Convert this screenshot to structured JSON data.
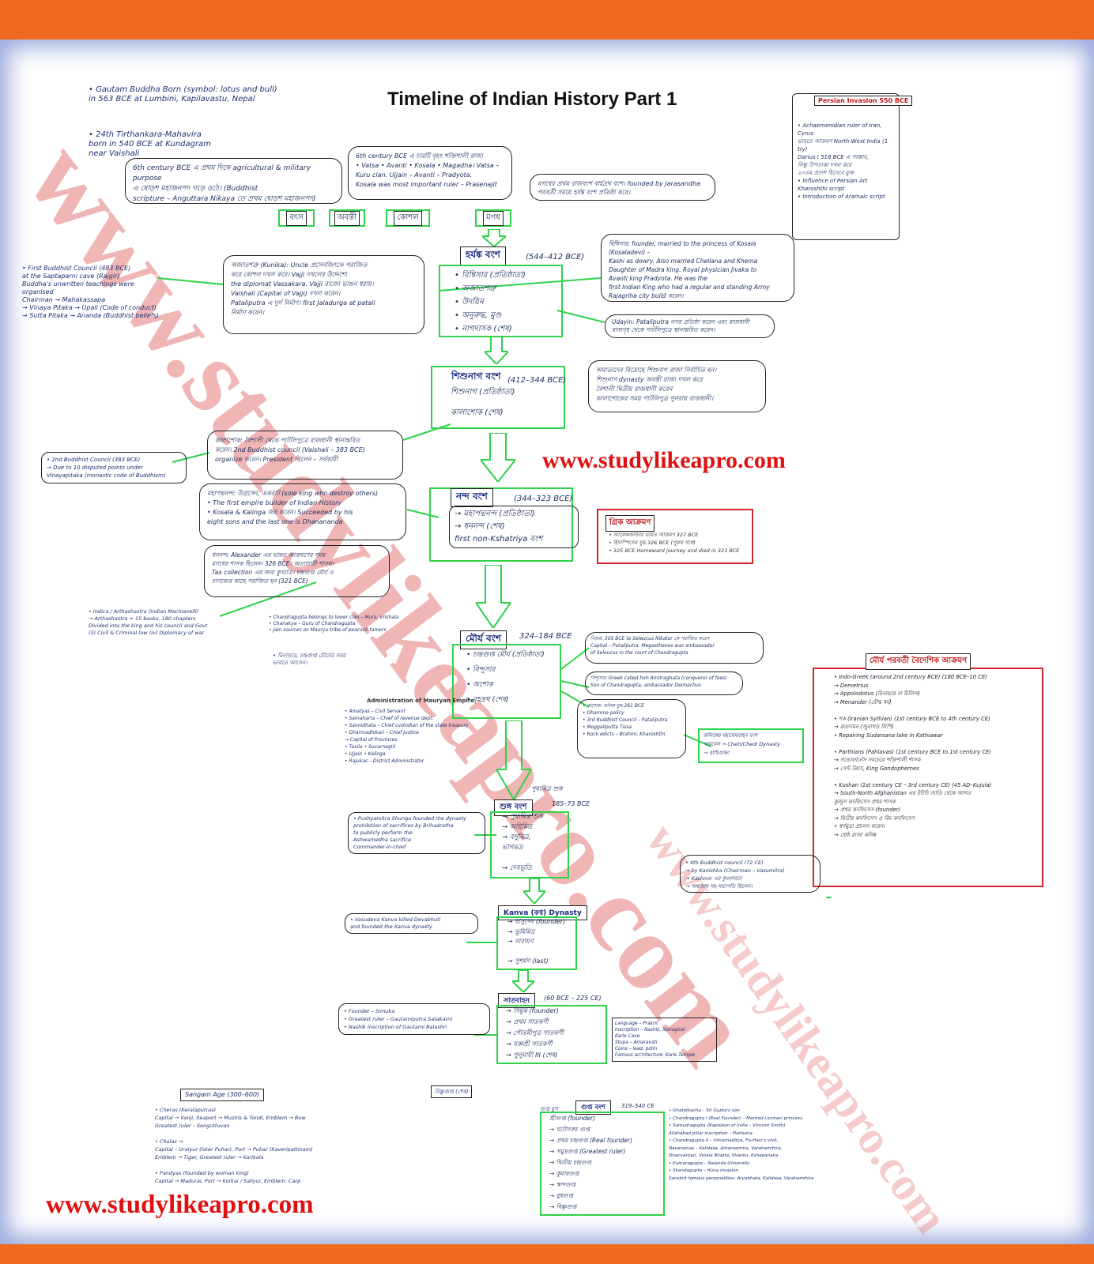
{
  "page": {
    "title": "Timeline of Indian History Part 1",
    "website_mid": "www.studylikeapro.com",
    "website_bottom": "www.studylikeapro.com",
    "watermark": "www.studylikeapro.com"
  },
  "colors": {
    "brand_orange": "#ef6a1f",
    "box_green": "#2fd24a",
    "box_red": "#d1262e",
    "url_red": "#e01010"
  },
  "notes": {
    "buddha": "• Gautam Buddha Born (symbol: lotus and bull)\n  in 563 BCE at Lumbini, Kapilavastu, Nepal",
    "mahavira": "• 24th Tirthankara-Mahavira\n  born in 540 BCE at Kundagram\n  near Vaishali",
    "first_council": "• First Buddhist Council (483 BCE)\n  at the Saptaparni cave (Rajgir)\n  Buddha's unwritten teachings were\n  organised\n  Chairman → Mahakassapa\n  → Vinaya Pitaka → Upali (Code of conduct)\n  → Sutta Pitaka → Ananda (Buddhist beliefs)",
    "second_council": "• 2nd Buddhist Council (383 BCE)\n  → Due to 10 disputed points under\n  Vinayapitaka (monastic code of Buddhism)",
    "admin_terms": "• Indica / Arthashastra (Indian Machiavelli)\n  → Arthashastra = 15 books, 180 chapters\n  Divided into the king and his council and Govt\n  (3) Civil & Criminal law (iv) Diplomacy of war",
    "admin_title": "Administration of Mauryan Empire",
    "admin_list": "• Amatyas – Civil Servant\n• Samaharta – Chief of revenue dept.\n• Sannidhata – Chief custodian of the state treasury\n• Dharmadhikari – Chief Justice\n→ Capital of Provinces\n   • Taxila • Suvarnagiri\n   • Ujjain • Kalinga\n• Rajukas – District Administrator",
    "maurya_left": "• Chandragupta belongs to lower clan – Mura, Vrishala\n• Chanakya – Guru of Chandragupta\n• Jain sources on Maurya tribe of peacock tamers",
    "shunga_left": "• Pushyamitra Shunga founded the dynasty\n  prohibition of sacrifices by Brihadratha\n  to publicly perform the\n  Ashwamedha sacrifice\n  Commander-in-chief",
    "kanva_left": "• Vasudeva Kanva killed Devabhuti\n  and founded the Kanva dynasty",
    "satavahana_left": "• Founder – Simuka\n• Greatest ruler – Gautamiputra Satakarni\n• Nashik inscription of Gautami Balashri",
    "sangam_title": "Sangam Age (300–600)",
    "sangam_list": "• Cheras (Keralaputras)\n  Capital → Vanji, Seaport → Muziris & Tondi, Emblem → Bow\n  Greatest ruler – Senguttuvan\n\n• Cholas →\n  Capital – Uraiyur (later Puhar), Port → Puhar (Kaveripattinam)\n  Emblem → Tiger, Greatest ruler → Karikala\n\n• Pandyas (founded by woman king)\n  Capital → Madurai, Port → Korkai / Saliyur, Emblem: Carp",
    "satavahana_right": "Language – Prakrit\nInscription – Nashik, Nanaghat\nKarle Cave\nStupa – Amaravati\nCoins – lead, potin\nFamous architecture: Karle Temple",
    "gupta_right": "• Ghatotkacha – Sri Gupta's son\n• Chandragupta I (Real Founder) – Married Licchavi princess\n• Samudragupta (Napoleon of India – Vincent Smith)\n  Allahabad pillar inscription – Harisena\n• Chandragupta II – Vikramaditya, Fa-Hien's visit,\n  Navaratnas – Kalidasa, Amarasimha, Varahamihira,\n  Dhanvantari, Vetala Bhatta, Shanku, Kshapanaka\n• Kumaragupta – Nalanda University\n• Skandagupta – Huna invasion\nSanskrit famous personalities: Aryabhata, Kalidasa, Varahamihira"
  },
  "tabs": [
    "বৎস",
    "অবন্তী",
    "কোশল",
    "মগধ"
  ],
  "bubbles": {
    "mahajanapadas": "6th century BCE এ প্রথম দিকে agricultural & military purpose\nএ ষোড়শ মহাজনপদ গড়ে ওঠে। (Buddhist\nscripture – Anguttara Nikaya তে প্রথম ষোড়শ মহাজনপদ)",
    "four_states": "6th century BCE এ চারটি বৃহৎ শক্তিশালী রাজ্য\n• Vatsa • Avanti • Kosala • Magadha। Vatsa –\nKuru clan. Ujjain – Avanti – Pradyota.\nKosala was most important ruler – Prasenajit",
    "jarasandha": "মগধের প্রথম রাজবংশ বার্হদ্রথ বংশ। founded by Jarasandha\nপরবর্তী সময়ে হর্যঙ্ক বংশ প্রতিষ্ঠা করে।",
    "ajatashatru": "অজাতশত্রু (Kunika): Uncle প্রসেনজিৎকে পরাজিত\nকরে কোশল দখল করে। Vajji দখলের উদ্দেশ্যে\nthe diplomat Vassakara. Vajji রাজ্যে ভাঙন ধরায়।\nVaishali (Capital of Vajji) দখল করেন।\nPataliputra এ দুর্গ নির্মাণ। first Jaladurga at patali\nনির্মাণ করেন।",
    "bimbisara": "বিম্বিসার: founder, married to the princess of Kosala (Kosaladevi) –\nKashi as dowry. Also married Chellana and Khema\nDaughter of Madra king. Royal physician Jivaka to\nAvanti king Pradyota. He was the\nfirst Indian King who had a regular and standing Army\nRajagriha city build করেন।",
    "udayin": "Udayin: Pataliputra নগর প্রতিষ্ঠা করেন এবং রাজধানী\nরাজগৃহ থেকে পাটলিপুত্রে স্থানান্তরিত করেন।",
    "shishunaga_right": "অমাত্যদের বিদ্রোহে শিশুনাগ রাজা নির্বাচিত হন।\nশিশুনাগ dynasty অবন্তী রাজ্য দখল করে\nবৈশালী দ্বিতীয় রাজধানী করেন\nকালাশোকের সময় পাটলিপুত্র পুনরায় রাজধানী।",
    "kalashoka": "কালাশোক: বৈশালী থেকে পাটলিপুত্রে রাজধানী স্থানান্তরিত\nকরেন। 2nd Buddhist council (Vaishali – 383 BCE)\norganize করেন। President ছিলেন – সর্বকামী",
    "mahapadma": "মহাপদ্মনন্দ: উগ্রসেন, একরাট (sole king who destroy others)\n• The first empire builder of Indian History\n• Kosala & Kalinga জয় করেন। Succeeded by his\neight sons and the last one is Dhanananda",
    "dhanananda": "ধননন্দ: Alexander এর ভারত আক্রমণের সময়\nমগধের শাসক ছিলেন। 326 BCE। অত্যাচারী শাসক।\nTax collection এর জন্য কুখ্যাত। চন্দ্রগুপ্ত মৌর্য ও\nচাণক্যের কাছে পরাজিত হন (321 BCE)",
    "menander": "• 4th Buddhist council (72 CE)\n  → by Kanishka (Chairman – Vasumitra)\n  → Kashmir এর কুণ্ডলবনে\n  → অশ্বঘোষ সহ-সভাপতি ছিলেন।",
    "chedi": "কলিঙ্গের মহামেঘবাহন বংশ\nখারবেল → Cheti/Chedi Dynasty\n→ হাথিগুম্ফা"
  },
  "dynasties": {
    "haryanka": {
      "name": "হর্যঙ্ক বংশ",
      "dates": "(544–412 BCE)",
      "rulers": "• বিম্বিসার (প্রতিষ্ঠাতা)\n• অজাতশত্রু\n• উদয়িন\n• অনুরুদ্ধ, মুণ্ড\n• নাগদাসক (শেষ)"
    },
    "shishunaga": {
      "name": "শিশুনাগ বংশ",
      "dates": "(412–344 BCE)",
      "rulers": "শিশুনাগ (প্রতিষ্ঠাতা)\n\nকালাশোক (শেষ)"
    },
    "nanda": {
      "name": "নন্দ বংশ",
      "dates": "(344–323 BCE)",
      "rulers": "→ মহাপদ্মনন্দ (প্রতিষ্ঠাতা)\n→ ধননন্দ (শেষ)\nfirst non-Kshatriya বংশ"
    },
    "maurya": {
      "name": "মৌর্য বংশ",
      "dates": "324–184 BCE",
      "rulers": "• চন্দ্রগুপ্ত মৌর্য (প্রতিষ্ঠাতা)\n• বিন্দুসার\n• অশোক\n• বৃহদ্রথ (শেষ)"
    },
    "shunga": {
      "name": "শুঙ্গ বংশ",
      "dates": "185–73 BCE",
      "rulers": "→ পুষ্যমিত্র শুঙ্গ\n→ অগ্নিমিত্র\n→ বসুমিত্র,\n   ভাগভদ্র\n\n→ দেবভূতি"
    },
    "kanva": {
      "name": "Kanva (কণ্ব) Dynasty",
      "dates": "",
      "rulers": "→ বাসুদেব (founder)\n→ ভূমিমিত্র\n→ নারায়ণ\n\n→ সুশর্মণ (last)"
    },
    "satavahana": {
      "name": "সাতবাহন",
      "dates": "(60 BCE – 225 CE)",
      "rulers": "→ সিমুক (founder)\n→ প্রথম সাতকর্ণী\n→ গৌতমীপুত্র সাতকর্ণী\n→ যজ্ঞশ্রী সাতকর্ণী\n→ পুলুমায়ী III (শেষ)"
    },
    "gupta": {
      "name": "গুপ্ত বংশ",
      "dates": "319–540 CE",
      "rulers": "শ্রীগুপ্ত (founder)\n→ ঘটোৎকচ গুপ্ত\n→ প্রথম চন্দ্রগুপ্ত (Real founder)\n→ সমুদ্রগুপ্ত (Greatest ruler)\n→ দ্বিতীয় চন্দ্রগুপ্ত\n→ কুমারগুপ্ত\n→ স্কন্দগুপ্ত\n→ বুধগুপ্ত\n→ বিষ্ণুগুপ্ত"
    }
  },
  "persian": {
    "title": "Persian Invasion 550 BCE",
    "body": "• Achaemenidian ruler of Iran, Cyrus\n  ভারতে আক্রমণ North-West India (1 try)\n  Darius I 518 BCE এ পাঞ্জাব,\n  সিন্ধু উপত্যকা দখল করে\n  ২০তম প্রদেশ হিসেবে যুক্ত\n  • Influence of Persian Art\n    Kharoshthi script\n  • Introduction of Aramaic script"
  },
  "alexander": {
    "title": "গ্রিক আক্রমণ",
    "body": "• আলেকজান্ডার ভারত আক্রমণ 327 BCE\n• হিদাস্পিসের যুদ্ধ 326 BCE (পুরুর সঙ্গে)\n• 325 BCE Homeward journey and died in 323 BCE"
  },
  "foreign": {
    "title": "মৌর্য পরবর্তী বৈদেশিক আক্রমণ",
    "body": "• Indo-Greek (around 2nd century BCE) (180 BCE–10 CE)\n  → Demetrius\n     → Appolodotus (মিনান্ডার বা মিলিন্দ)\n     → Menander (বৌদ্ধ ধর্ম)\n\n• শক (Iranian Sythian) (1st century BCE to 4th century CE)\n  → রুদ্রদামন (জুনাগড় লিপি)\n     • Repairing Sudarsana lake in Kathiawar\n\n• Parthians (Pahlavas) (1st century BCE to 1st century CE)\n  → গন্ডোফার্নেস সবচেয়ে শক্তিশালী শাসক\n  → সেন্ট টমাস, King Gondophernes\n\n• Kushan (1st century CE – 3rd century CE) (45 AD–Kujula)\n  → South-North Afghanistan এর ইউচি জাতি থেকে আগত\n     কুজুল কদফিসেস প্রথম শাসক\n  → প্রথম কদফিসেস (founder)\n  → দ্বিতীয় কদফিসেস ও বিম কদফিসেস\n     • স্বর্ণমুদ্রা প্রচলন করেন।\n  → শ্রেষ্ঠ রাজা কনিষ্ক"
  },
  "maurya_right": {
    "seleucus": "বিজয়: 305 BCE to Seleucus Nikator কে পরাজিত করেন\nCapital – Pataliputra. Megasthenes was ambassador\nof Seleucus in the court of Chandragupta",
    "bindusara": "বিন্দুসার: Greek called him Amitraghata (conqueror of foes)\nSon of Chandragupta, ambassador Deimachus",
    "ashoka": "• অশোক: কলিঙ্গ যুদ্ধ 261 BCE\n• Dhamma policy\n• 3rd Buddhist Council – Pataliputra\n• Moggaliputta Tissa\n• Rock edicts – Brahmi, Kharoshthi"
  },
  "maurya_under": "• মিনান্ডার, চন্দ্রগুপ্ত মৌর্যের সময়\n  ভারতে আসেন।",
  "shunga_top": "পুষ্যমিত্র শুঙ্গ",
  "misc": {
    "vishnugupta": "বিষ্ণুগুপ্ত (শেষ)",
    "gupta_prefix": "গুপ্ত যুগ"
  }
}
